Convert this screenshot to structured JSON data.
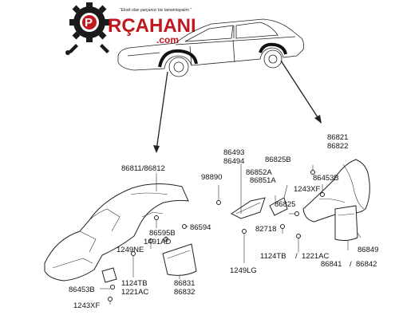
{
  "logo": {
    "tagline": "\"Eksik olan parçanızı biz tamamlayalım.\"",
    "name_left": "P",
    "name_right": "RÇAHANI",
    "domain": ".com",
    "accent": "#c0181e"
  },
  "labels": {
    "l_86811_86812": "86811/86812",
    "l_86595b": "86595B",
    "l_1491ad": "1491AD",
    "l_86594": "86594",
    "l_1249ne": "1249NE",
    "l_86453b_left": "86453B",
    "l_1124tb_left": "1124TB",
    "l_1221ac_left": "1221AC",
    "l_86831": "86831",
    "l_86832": "86832",
    "l_1243xf_left": "1243XF",
    "l_86493": "86493",
    "l_86494": "86494",
    "l_98890": "98890",
    "l_86825b": "86825B",
    "l_86821": "86821",
    "l_86822": "86822",
    "l_86852a": "86852A",
    "l_86851a": "86851A",
    "l_86453b_right": "86453B",
    "l_1243xf_right": "1243XF",
    "l_86825": "86825",
    "l_82718": "82718",
    "l_1124tb_right": "1124TB",
    "l_1221ac_right": "1221AC",
    "l_86849": "86849",
    "l_86841": "86841",
    "l_86842": "86842",
    "l_1249lg": "1249LG"
  }
}
